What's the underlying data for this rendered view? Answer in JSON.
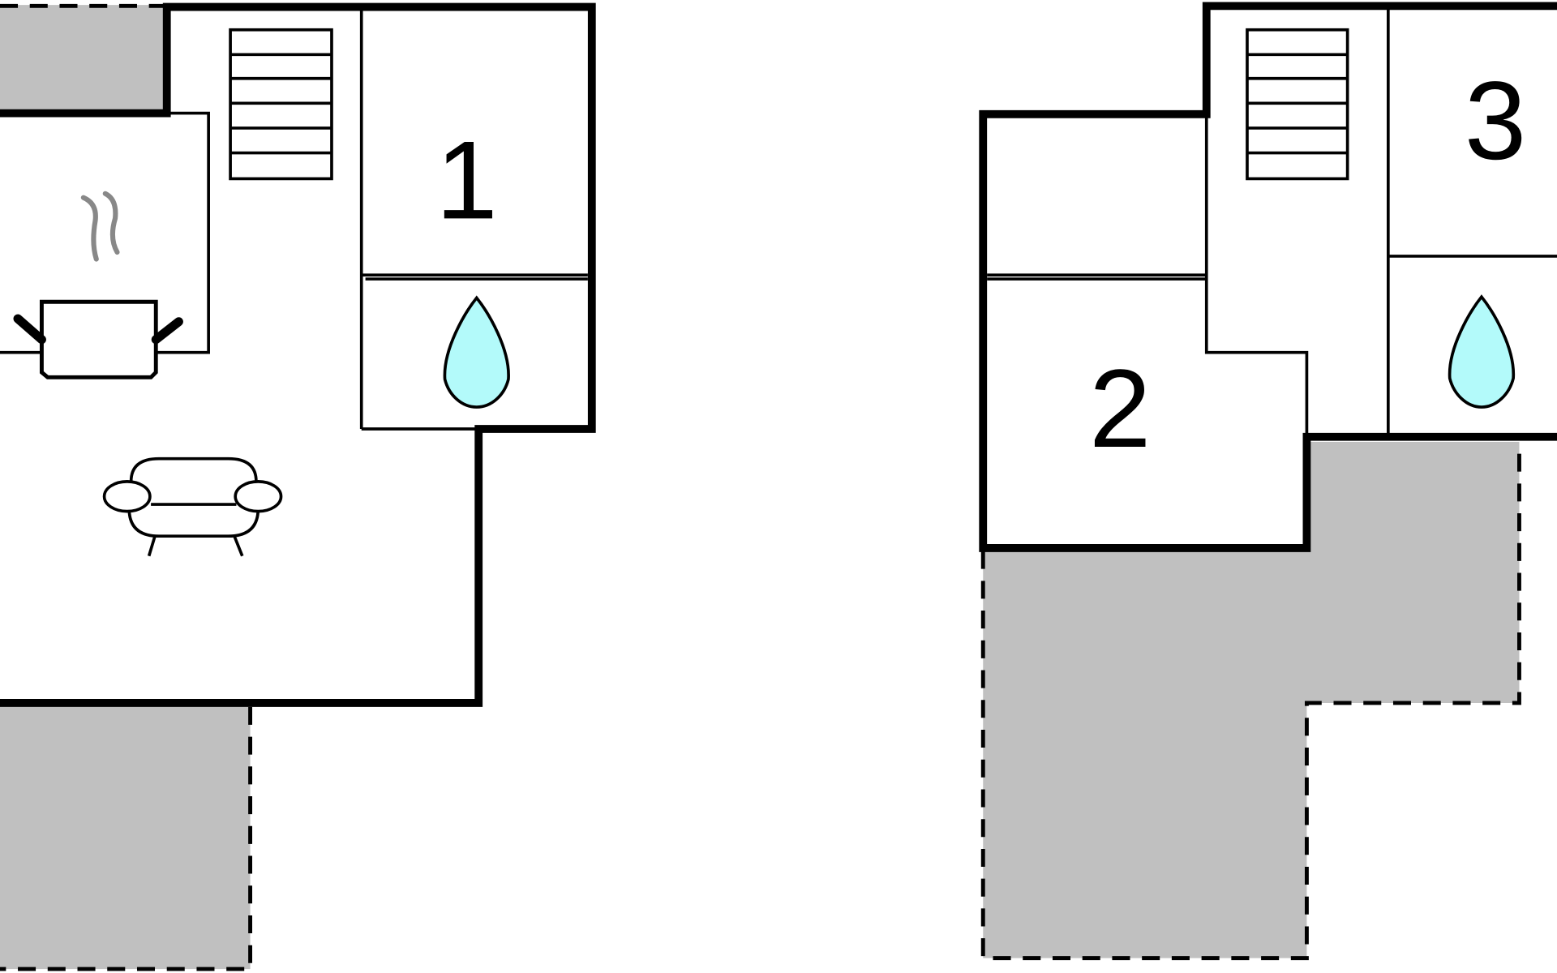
{
  "floorplan": {
    "rooms": [
      {
        "label": "1"
      },
      {
        "label": "2"
      },
      {
        "label": "3"
      }
    ]
  },
  "colors": {
    "outdoor_area": "#c0c0c0",
    "water_drop": "#b3fafa",
    "wall": "#000000",
    "steam": "#888888"
  },
  "icons": [
    "stairs-icon",
    "cooking-pot-icon",
    "sofa-icon",
    "water-drop-icon"
  ]
}
